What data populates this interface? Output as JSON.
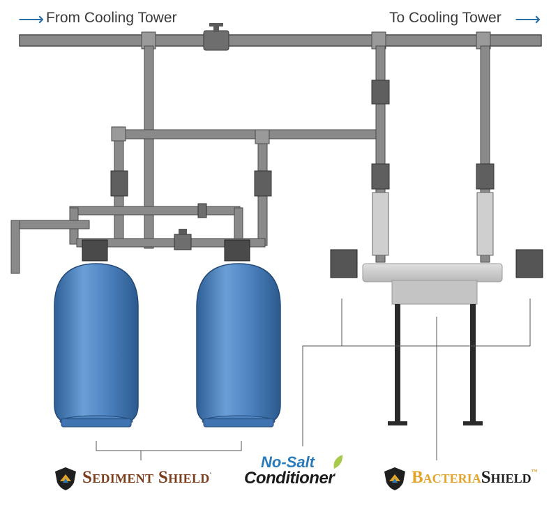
{
  "labels": {
    "from": "From Cooling Tower",
    "to": "To Cooling Tower"
  },
  "brands": {
    "sediment": {
      "name": "Sediment Shield",
      "mark": "."
    },
    "nosalt": {
      "line1": "No-Salt",
      "line2": "Conditioner",
      "mark": "."
    },
    "bacteria": {
      "part1": "Bacteria",
      "part2": "Shield",
      "mark": "™"
    }
  },
  "icons": [
    "arrow-right-icon",
    "shield-logo-icon",
    "leaf-icon"
  ],
  "colors": {
    "pipe": "#8a8a8a",
    "tank": "#4f86c4",
    "arrow": "#2a6fa6",
    "sediment_brand": "#7b3e1c",
    "bacteria_brand": "#e2a52a",
    "nosalt_brand": "#2a7ab8"
  }
}
